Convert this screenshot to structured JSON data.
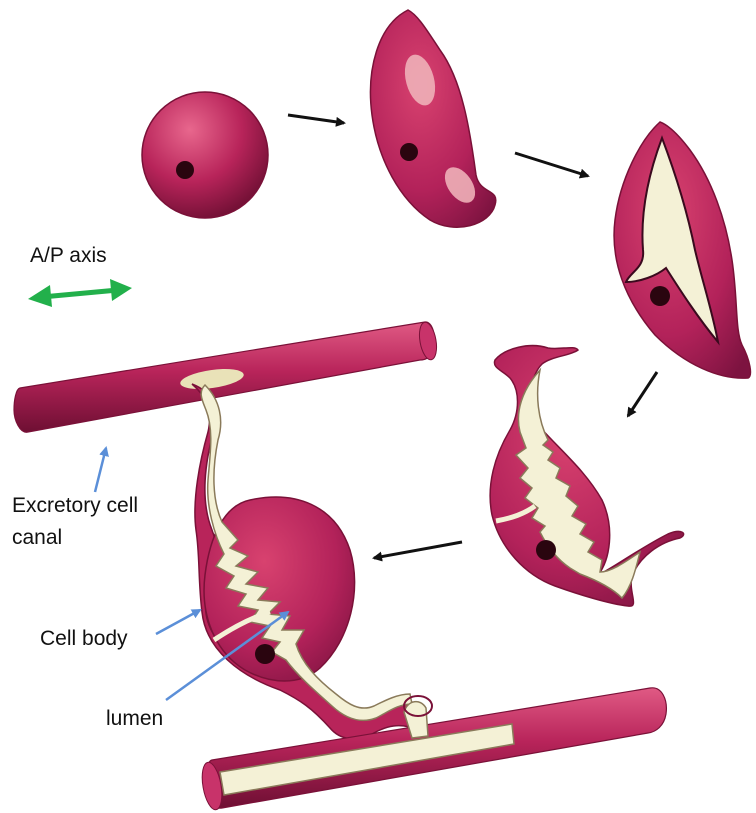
{
  "labels": {
    "axis": "A/P axis",
    "canal_line1": "Excretory cell",
    "canal_line2": "canal",
    "cell_body": "Cell body",
    "lumen": "lumen"
  },
  "colors": {
    "cell": "#b8245a",
    "cell_dark": "#7a1138",
    "cell_light": "#e2557f",
    "lumen": "#f4f1d6",
    "nucleus": "#2a050f",
    "step_arrow": "#111111",
    "label_arrow": "#5b8fd8",
    "axis_arrow": "#22b04b"
  },
  "icons": {
    "axis": "double-headed-arrow-icon",
    "step": "arrow-icon",
    "pointer": "pointer-arrow-icon"
  }
}
